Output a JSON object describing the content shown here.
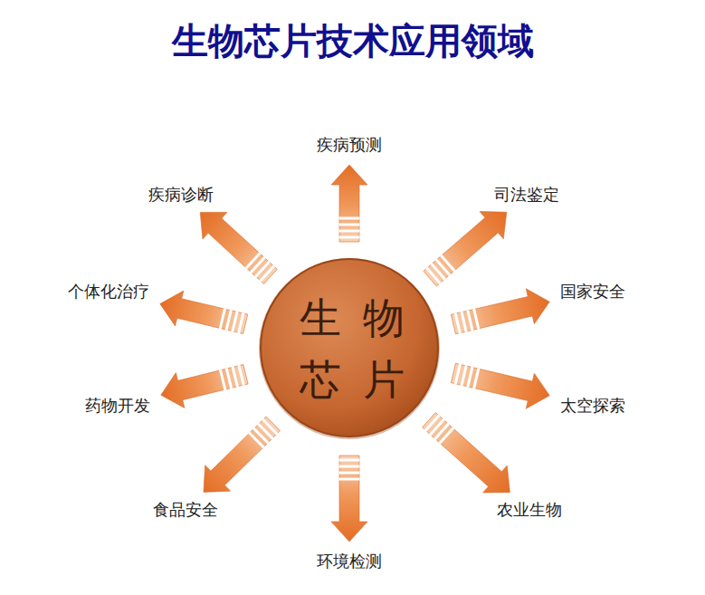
{
  "diagram": {
    "title": "生物芯片技术应用领域",
    "nodes": [
      {
        "text": [
          "生物芯片"
        ]
      },
      {
        "text": [
          "疾病预测"
        ]
      },
      {
        "text": [
          "司法鉴定"
        ]
      },
      {
        "text": [
          "国家安全"
        ]
      },
      {
        "text": [
          "太空探索"
        ]
      },
      {
        "text": [
          "农业生物"
        ]
      },
      {
        "text": [
          "环境检测"
        ]
      },
      {
        "text": [
          "食品安全"
        ]
      },
      {
        "text": [
          "药物开发"
        ]
      },
      {
        "text": [
          "个体化治疗"
        ]
      },
      {
        "text": [
          "疾病诊断"
        ]
      }
    ],
    "edges": [
      {
        "from": 0,
        "to": 1,
        "arrow": "to"
      },
      {
        "from": 0,
        "to": 2,
        "arrow": "to"
      },
      {
        "from": 0,
        "to": 3,
        "arrow": "to"
      },
      {
        "from": 0,
        "to": 4,
        "arrow": "to"
      },
      {
        "from": 0,
        "to": 5,
        "arrow": "to"
      },
      {
        "from": 0,
        "to": 6,
        "arrow": "to"
      },
      {
        "from": 0,
        "to": 7,
        "arrow": "to"
      },
      {
        "from": 0,
        "to": 8,
        "arrow": "to"
      },
      {
        "from": 0,
        "to": 9,
        "arrow": "to"
      },
      {
        "from": 0,
        "to": 10,
        "arrow": "to"
      }
    ]
  }
}
